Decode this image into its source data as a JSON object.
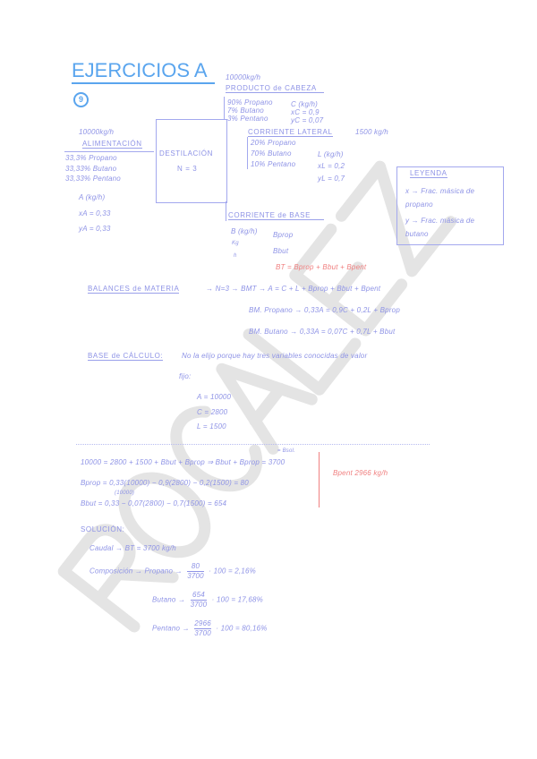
{
  "watermark": "ROCALEZ",
  "colors": {
    "ink": "#8e93e6",
    "title": "#5aa5ee",
    "annotation": "#f08080",
    "watermark": "#e2e2e2"
  },
  "title": "EJERCICIOS A",
  "exercise_number": "9",
  "diagram": {
    "head": {
      "flow": "10000kg/h",
      "label": "PRODUCTO de CABEZA",
      "comp": [
        "90% Propano",
        "7% Butano",
        "3% Pentano"
      ],
      "vars": [
        "C (kg/h)",
        "xC = 0,9",
        "yC = 0,07"
      ]
    },
    "feed": {
      "flow": "10000kg/h",
      "label": "ALIMENTACIÓN",
      "comp": [
        "33,3% Propano",
        "33,33% Butano",
        "33,33% Pentano"
      ],
      "vars": [
        "A (kg/h)",
        "xA = 0,33",
        "yA = 0,33"
      ]
    },
    "column": {
      "label": "DESTILACIÓN",
      "n": "N = 3"
    },
    "side": {
      "label": "CORRIENTE LATERAL",
      "flow": "1500 kg/h",
      "comp": [
        "20% Propano",
        "70% Butano",
        "10% Pentano"
      ],
      "vars": [
        "L (kg/h)",
        "xL = 0,2",
        "yL = 0,7"
      ]
    },
    "bottom": {
      "label": "CORRIENTE de BASE",
      "var": "B (kg/h)",
      "sub1": "Kg",
      "sub2": "h",
      "items": [
        "Bprop",
        "Bbut"
      ],
      "total": "BT = Bprop + Bbut + Bpent"
    },
    "legend": {
      "title": "LEYENDA",
      "items": [
        "x → Frac. másica de propano",
        "y → Frac. másica de butano"
      ]
    }
  },
  "balances": {
    "heading": "BALANCES de MATERIA",
    "bmt": "→ N=3 → BMT → A = C + L + Bprop + Bbut + Bpent",
    "propano": "BM. Propano → 0,33A = 0,9C + 0,2L + Bprop",
    "butano": "BM. Butano → 0,33A = 0,07C + 0,7L + Bbut"
  },
  "base": {
    "heading": "BASE de CÁLCULO:",
    "text1": "No la elijo porque hay tres variables conocidas de valor",
    "text2": "fijo:",
    "values": [
      "A = 10000",
      "C = 2800",
      "L = 1500"
    ]
  },
  "calc": {
    "eq1": "10000 = 2800 + 1500 + Bbut + Bprop ⇒ Bbut + Bprop = 3700",
    "eq1_note": "= Bsol.",
    "eq2": "Bprop = 0,33(10000) − 0,9(2800) − 0,2(1500) = 80",
    "eq3_note": "(10000)",
    "eq3": "Bbut = 0,33 − 0,07(2800) − 0,7(1500) = 654",
    "pent": "Bpent 2966 kg/h"
  },
  "solution": {
    "heading": "SOLUCIÓN:",
    "caudal": "Caudal → BT = 3700 kg/h",
    "comp_label": "Composición →",
    "rows": [
      {
        "name": "Propano →",
        "num": "80",
        "den": "3700",
        "result": "· 100 = 2,16%"
      },
      {
        "name": "Butano →",
        "num": "654",
        "den": "3700",
        "result": "· 100 = 17,68%"
      },
      {
        "name": "Pentano →",
        "num": "2966",
        "den": "3700",
        "result": "· 100 = 80,16%"
      }
    ]
  }
}
